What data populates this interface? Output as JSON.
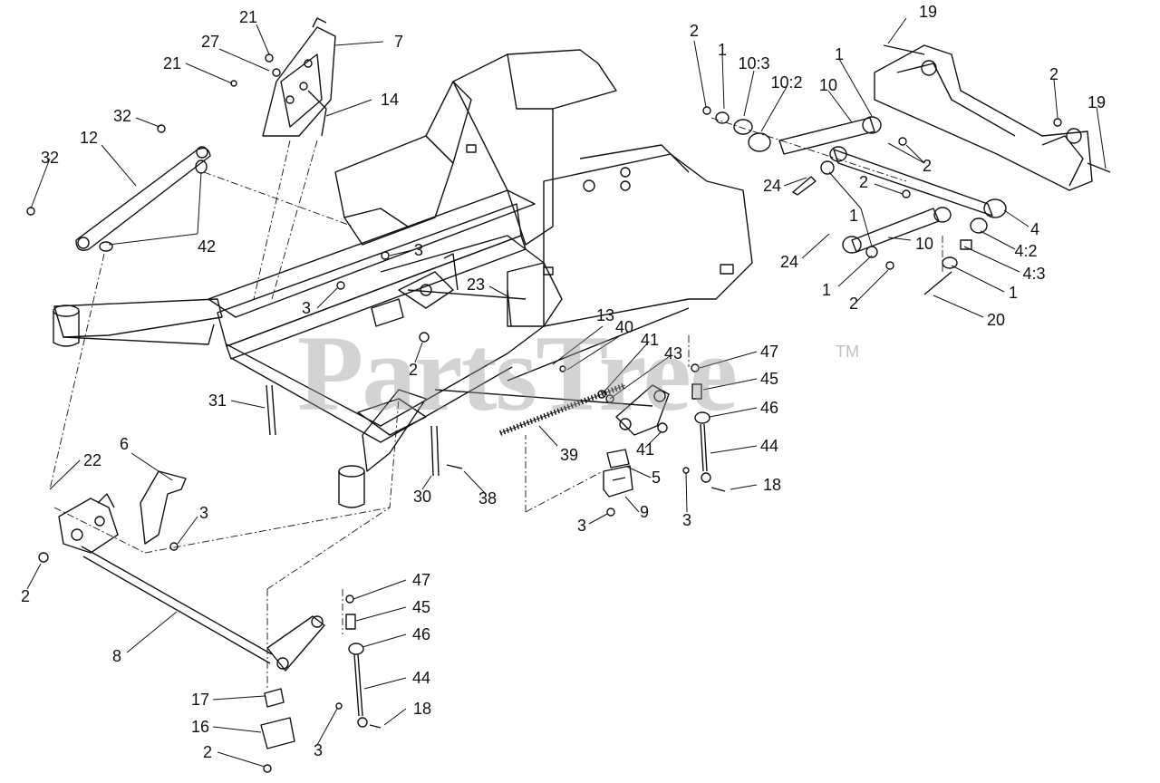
{
  "watermark": {
    "text": "PartsTree",
    "tm": "TM"
  },
  "colors": {
    "line": "#111111",
    "watermark": "#9a9a9a",
    "background": "#ffffff"
  },
  "callouts": [
    {
      "id": "c21a",
      "text": "21"
    },
    {
      "id": "c7",
      "text": "7"
    },
    {
      "id": "c27",
      "text": "27"
    },
    {
      "id": "c21b",
      "text": "21"
    },
    {
      "id": "c14",
      "text": "14"
    },
    {
      "id": "c32a",
      "text": "32"
    },
    {
      "id": "c12",
      "text": "12"
    },
    {
      "id": "c32b",
      "text": "32"
    },
    {
      "id": "c42",
      "text": "42"
    },
    {
      "id": "c3a",
      "text": "3"
    },
    {
      "id": "c3b",
      "text": "3"
    },
    {
      "id": "c2a",
      "text": "2"
    },
    {
      "id": "c23",
      "text": "23"
    },
    {
      "id": "c31",
      "text": "31"
    },
    {
      "id": "c13",
      "text": "13"
    },
    {
      "id": "c40",
      "text": "40"
    },
    {
      "id": "c41a",
      "text": "41"
    },
    {
      "id": "c43",
      "text": "43"
    },
    {
      "id": "c41b",
      "text": "41"
    },
    {
      "id": "c39",
      "text": "39"
    },
    {
      "id": "c30",
      "text": "30"
    },
    {
      "id": "c38",
      "text": "38"
    },
    {
      "id": "c5",
      "text": "5"
    },
    {
      "id": "c9",
      "text": "9"
    },
    {
      "id": "c3c",
      "text": "3"
    },
    {
      "id": "c47a",
      "text": "47"
    },
    {
      "id": "c45a",
      "text": "45"
    },
    {
      "id": "c46a",
      "text": "46"
    },
    {
      "id": "c44a",
      "text": "44"
    },
    {
      "id": "c18a",
      "text": "18"
    },
    {
      "id": "c3d",
      "text": "3"
    },
    {
      "id": "c22",
      "text": "22"
    },
    {
      "id": "c6",
      "text": "6"
    },
    {
      "id": "c3e",
      "text": "3"
    },
    {
      "id": "c2b",
      "text": "2"
    },
    {
      "id": "c8",
      "text": "8"
    },
    {
      "id": "c47b",
      "text": "47"
    },
    {
      "id": "c45b",
      "text": "45"
    },
    {
      "id": "c46b",
      "text": "46"
    },
    {
      "id": "c44b",
      "text": "44"
    },
    {
      "id": "c18b",
      "text": "18"
    },
    {
      "id": "c3f",
      "text": "3"
    },
    {
      "id": "c17",
      "text": "17"
    },
    {
      "id": "c16",
      "text": "16"
    },
    {
      "id": "c2c",
      "text": "2"
    },
    {
      "id": "c2d",
      "text": "2"
    },
    {
      "id": "c1a",
      "text": "1"
    },
    {
      "id": "c10_3",
      "text": "10:3"
    },
    {
      "id": "c10_2",
      "text": "10:2"
    },
    {
      "id": "c1b",
      "text": "1"
    },
    {
      "id": "c10a",
      "text": "10"
    },
    {
      "id": "c19a",
      "text": "19"
    },
    {
      "id": "c2e",
      "text": "2"
    },
    {
      "id": "c19b",
      "text": "19"
    },
    {
      "id": "c2f",
      "text": "2"
    },
    {
      "id": "c24a",
      "text": "24"
    },
    {
      "id": "c2g",
      "text": "2"
    },
    {
      "id": "c1c",
      "text": "1"
    },
    {
      "id": "c4",
      "text": "4"
    },
    {
      "id": "c4_2",
      "text": "4:2"
    },
    {
      "id": "c10b",
      "text": "10"
    },
    {
      "id": "c24b",
      "text": "24"
    },
    {
      "id": "c4_3",
      "text": "4:3"
    },
    {
      "id": "c1d",
      "text": "1"
    },
    {
      "id": "c1e",
      "text": "1"
    },
    {
      "id": "c2h",
      "text": "2"
    },
    {
      "id": "c20",
      "text": "20"
    }
  ]
}
